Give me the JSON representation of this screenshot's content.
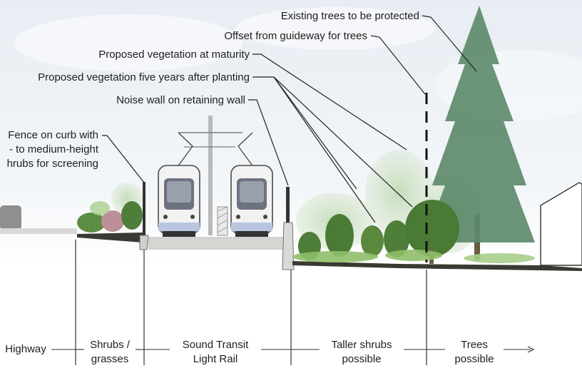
{
  "callouts": {
    "existing_trees": "Existing trees to be protected",
    "offset_guideway": "Offset from guideway for trees",
    "veg_maturity": "Proposed vegetation at maturity",
    "veg_five_years": "Proposed vegetation five years after planting",
    "noise_wall": "Noise wall on retaining wall",
    "fence_line1": "Fence on curb with",
    "fence_line2": "- to medium-height",
    "fence_line3": "hrubs for screening"
  },
  "zones": {
    "highway": "Highway",
    "shrubs_line1": "Shrubs /",
    "shrubs_line2": "grasses",
    "rail_line1": "Sound Transit",
    "rail_line2": "Light Rail",
    "taller_line1": "Taller shrubs",
    "taller_line2": "possible",
    "trees_line1": "Trees",
    "trees_line2": "possible"
  },
  "colors": {
    "sky": "#eef2f6",
    "ground": "#3a3a32",
    "shrub_dark": "#4f7d3a",
    "shrub_light": "#8fbf6a",
    "tree_faded": "#b9d3ab",
    "conifer": "#5e8a6b",
    "train_body": "#f2f2f2",
    "train_base": "#b8c6e0"
  }
}
